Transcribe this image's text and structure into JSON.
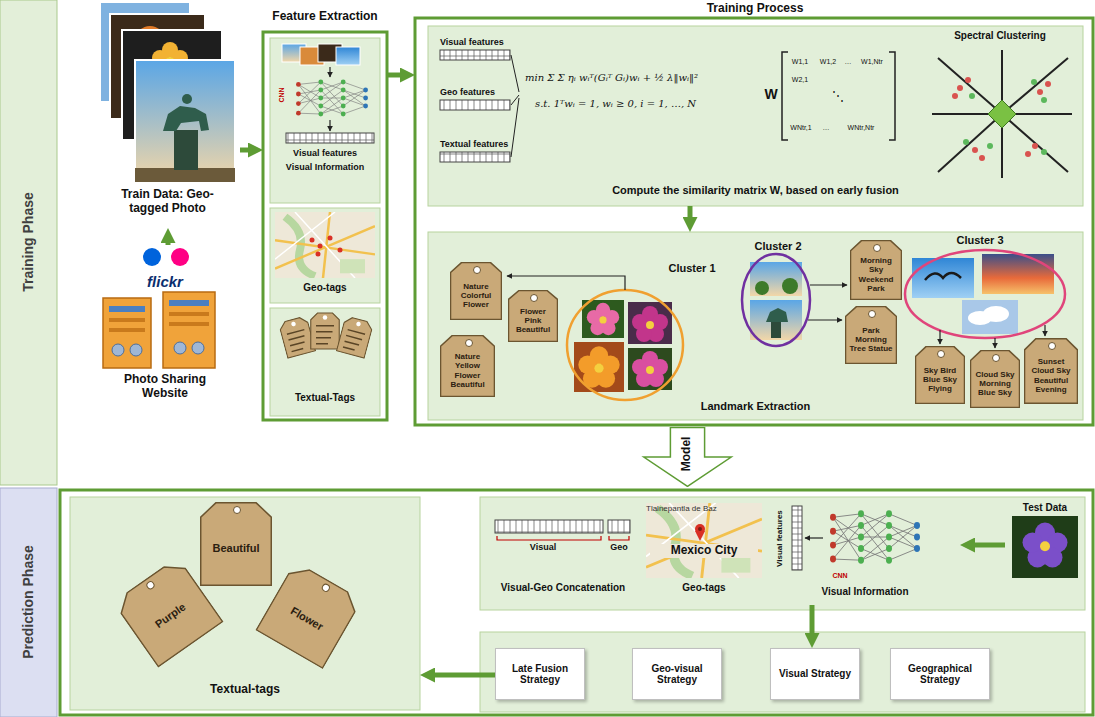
{
  "diagram": {
    "nodes": [
      {
        "text": [
          "Training Phase"
        ]
      },
      {
        "text": [
          "Prediction Phase"
        ]
      },
      {
        "text": [
          "Train Data: Geo-tagged Photo"
        ]
      },
      {
        "text": [
          "flickr",
          "Photo Sharing Website"
        ]
      },
      {
        "text": [
          "Feature Extraction"
        ]
      },
      {
        "text": [
          "CNN",
          "Visual features",
          "Visual Information"
        ],
        "in": 4
      },
      {
        "text": [
          "Geo-tags"
        ],
        "in": 4
      },
      {
        "text": [
          "Textual-Tags"
        ],
        "in": 4
      },
      {
        "text": [
          "Training Process"
        ]
      },
      {
        "text": [
          "Compute the similarity matrix W, based on early fusion"
        ],
        "in": 8
      },
      {
        "text": [
          "Landmark Extraction"
        ],
        "in": 8
      },
      {
        "text": [
          "Nature Colorful Flower"
        ],
        "in": 10
      },
      {
        "text": [
          "Flower Pink Beautiful"
        ],
        "in": 10
      },
      {
        "text": [
          "Nature Yellow Flower Beautiful"
        ],
        "in": 10
      },
      {
        "text": [
          "Morning Sky Weekend Park"
        ],
        "in": 10
      },
      {
        "text": [
          "Park Morning Tree Statue"
        ],
        "in": 10
      },
      {
        "text": [
          "Sky Bird Blue Sky Flying"
        ],
        "in": 10
      },
      {
        "text": [
          "Cloud Sky Morning Blue Sky"
        ],
        "in": 10
      },
      {
        "text": [
          "Sunset Cloud Sky Beautiful Evening"
        ],
        "in": 10
      },
      {
        "text": [
          "Model"
        ]
      },
      {
        "text": [
          "Textual-tags"
        ]
      },
      {
        "text": [
          "Beautiful"
        ],
        "in": 20
      },
      {
        "text": [
          "Purple"
        ],
        "in": 20
      },
      {
        "text": [
          "Flower"
        ],
        "in": 20
      },
      {
        "text": [
          "Visual",
          "Geo",
          "Visual-Geo Concatenation"
        ]
      },
      {
        "text": [
          "Tlalnepantla de Baz",
          "Mexico City",
          "Geo-tags"
        ]
      },
      {
        "text": [
          "CNN",
          "Visual features",
          "Visual Information"
        ]
      },
      {
        "text": [
          "Test Data"
        ]
      },
      {
        "text": [
          "Late Fusion Strategy"
        ]
      },
      {
        "text": [
          "Geo-visual Strategy"
        ]
      },
      {
        "text": [
          "Visual Strategy"
        ]
      },
      {
        "text": [
          "Geographical Strategy"
        ]
      }
    ],
    "edges": [
      {
        "from": 3,
        "to": 2,
        "arrow": "to"
      },
      {
        "from": 2,
        "to": 4,
        "arrow": "to"
      },
      {
        "from": 4,
        "to": 8,
        "arrow": "to"
      },
      {
        "from": 9,
        "to": 10,
        "arrow": "to"
      },
      {
        "from": 27,
        "to": 26,
        "arrow": "to"
      },
      {
        "from": 26,
        "to": 30,
        "arrow": "to"
      },
      {
        "from": 28,
        "to": 20,
        "arrow": "to"
      }
    ],
    "labels": [
      "Visual features",
      "Geo features",
      "Textual features",
      "min Σ Σ ηᵢ wᵢᵀ(Gᵢᵀ Gᵢ)wᵢ + ½ λ‖wᵢ‖²",
      "s.t. 1ᵀwᵢ = 1, wᵢ ≥ 0, i = 1, …, N",
      "W",
      "W1,1",
      "W1,2",
      "…",
      "W1,Ntr",
      "W2,1",
      "⋱",
      "WNtr,1",
      "…",
      "WNtr,Ntr",
      "Spectral Clustering",
      "Cluster 1",
      "Cluster 2",
      "Cluster 3"
    ]
  }
}
